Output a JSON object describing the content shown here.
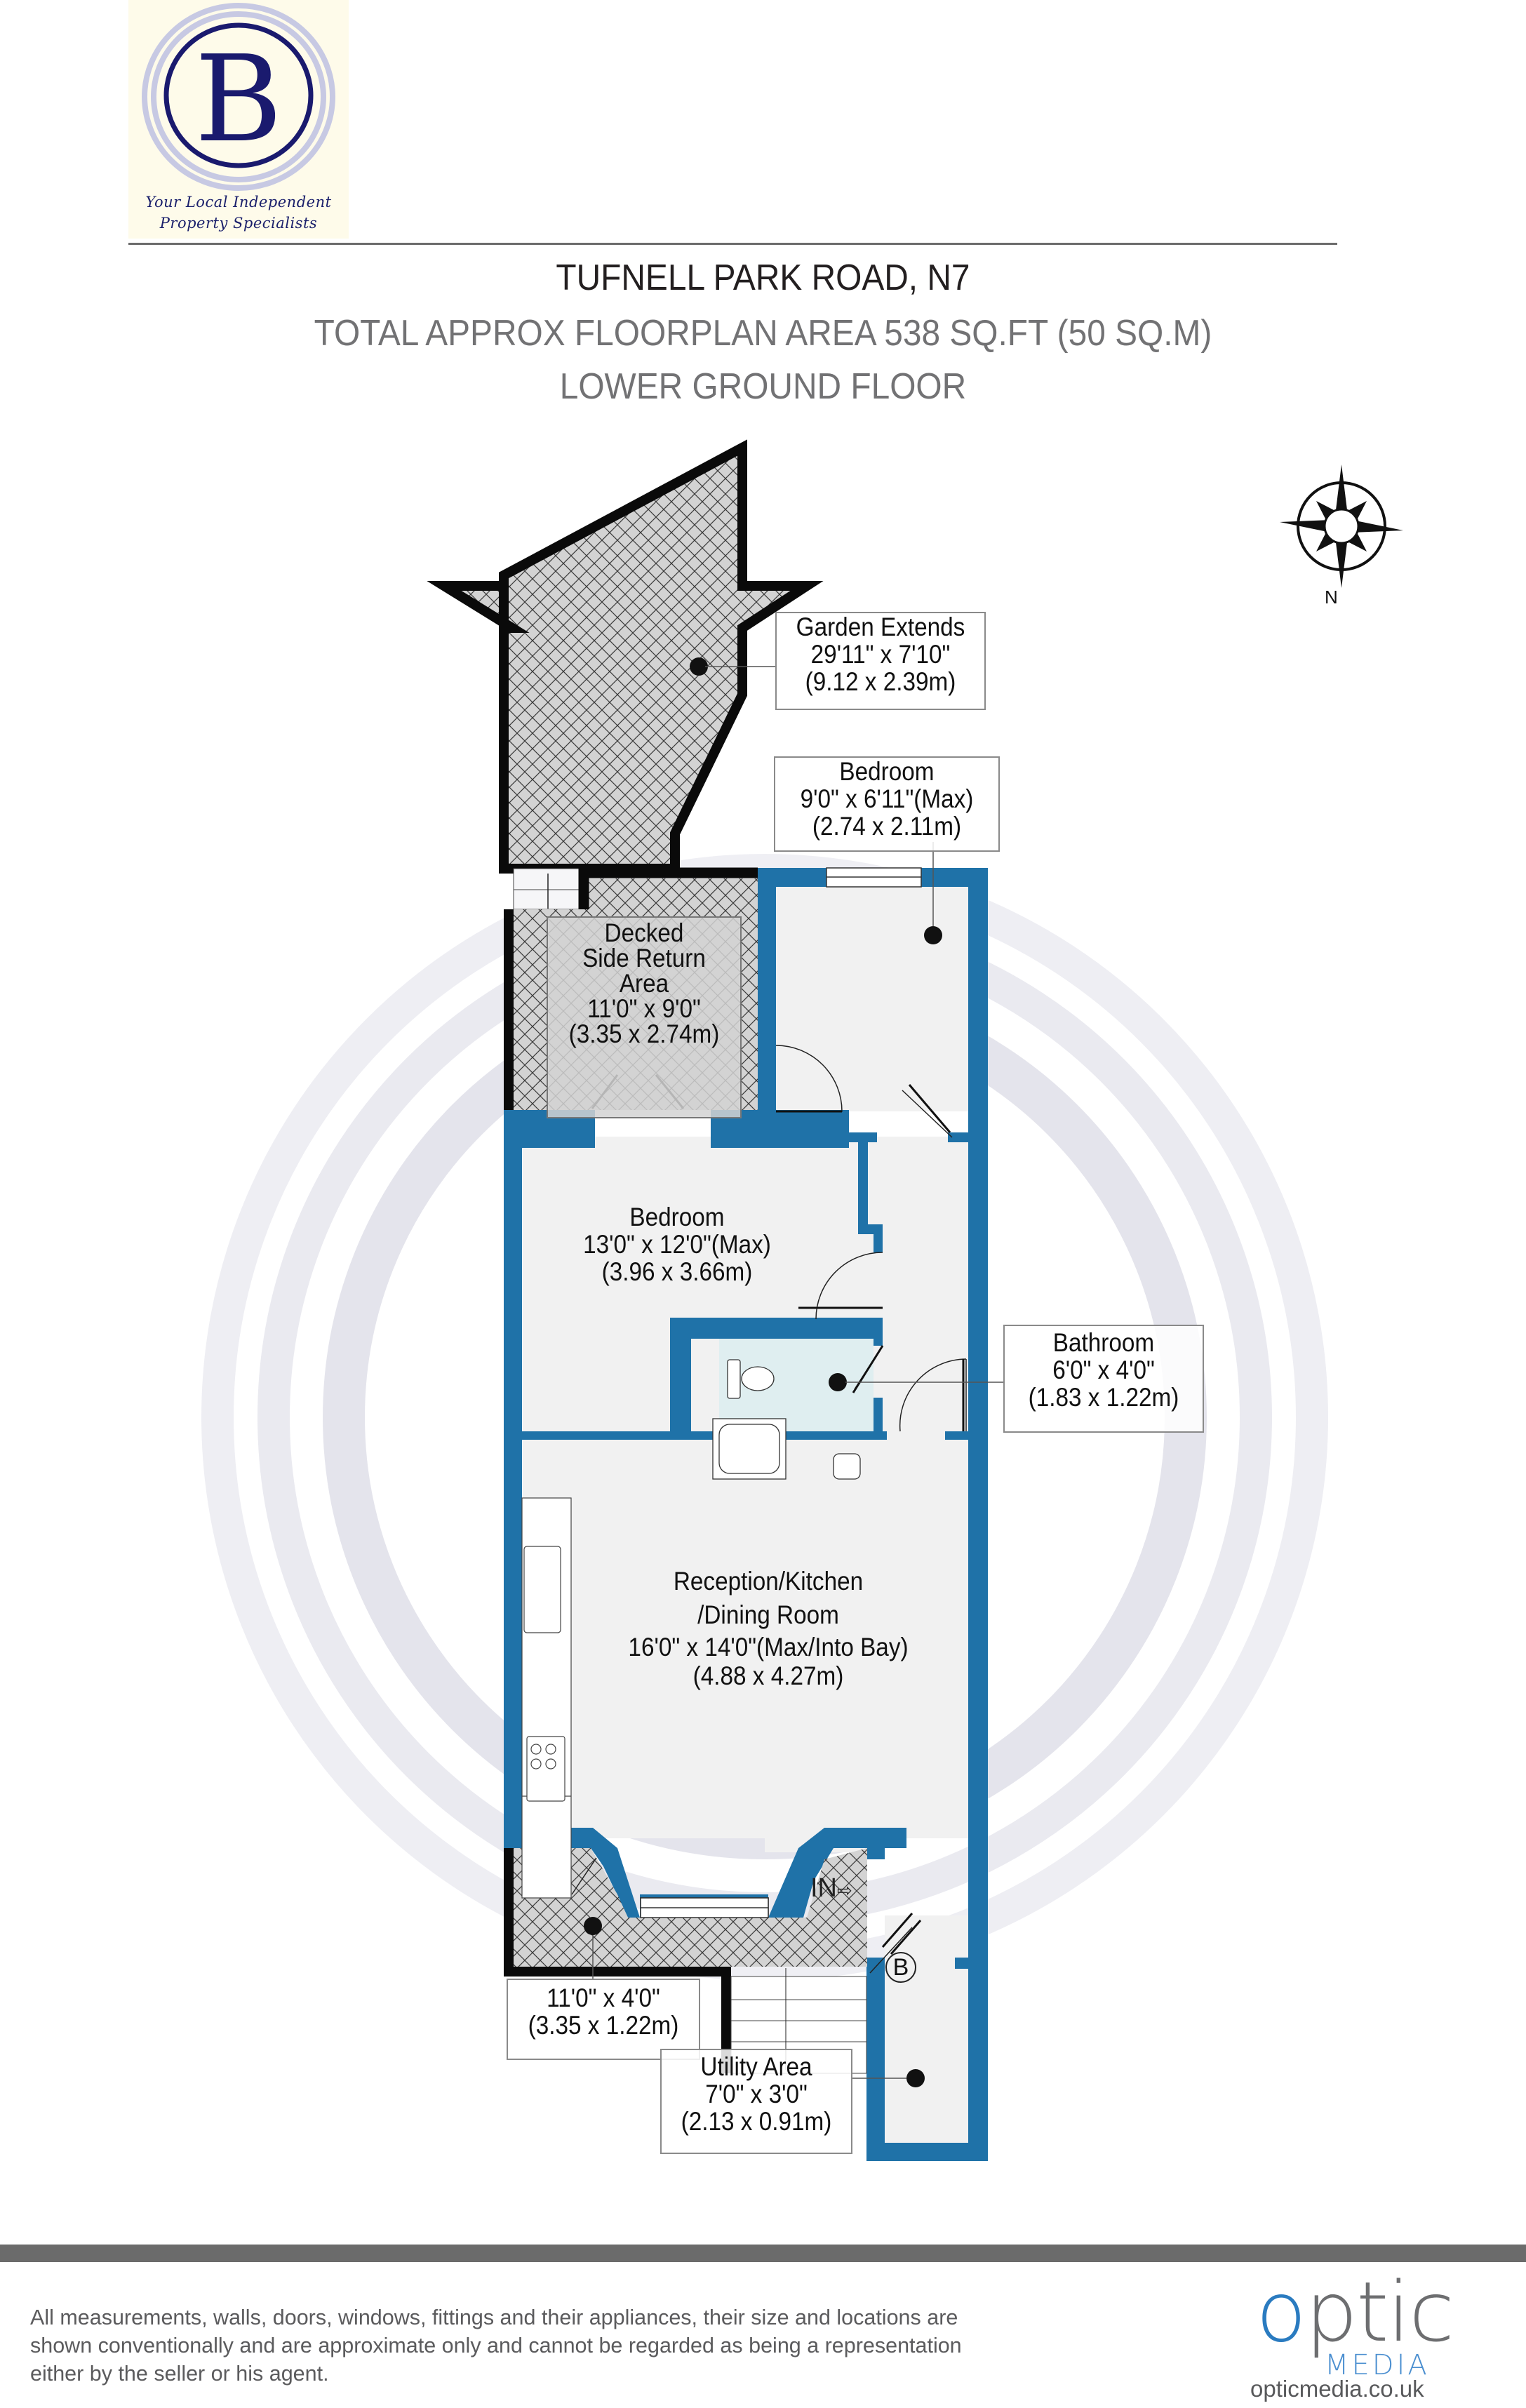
{
  "agent_logo": {
    "letter": "B",
    "tagline_line1": "Your Local Independent",
    "tagline_line2": "Property Specialists",
    "colors": {
      "navy": "#1a1a6e",
      "lavender": "#c7c9e3",
      "background": "#fefbea"
    }
  },
  "header": {
    "address": "TUFNELL PARK ROAD, N7",
    "total_area": "TOTAL APPROX FLOORPLAN AREA 538 SQ.FT (50 SQ.M)",
    "floor": "LOWER GROUND FLOOR"
  },
  "compass": {
    "label": "N"
  },
  "rooms": [
    {
      "id": "garden",
      "name": "Garden Extends",
      "imperial": "29'11\" x 7'10\"",
      "metric": "(9.12 x 2.39m)"
    },
    {
      "id": "bedroom-small",
      "name": "Bedroom",
      "imperial": "9'0\" x 6'11\"(Max)",
      "metric": "(2.74 x 2.11m)"
    },
    {
      "id": "decked",
      "name_line1": "Decked",
      "name_line2": "Side Return",
      "name_line3": "Area",
      "imperial": "11'0\" x 9'0\"",
      "metric": "(3.35 x 2.74m)"
    },
    {
      "id": "bedroom-main",
      "name": "Bedroom",
      "imperial": "13'0\" x 12'0\"(Max)",
      "metric": "(3.96 x 3.66m)"
    },
    {
      "id": "bathroom",
      "name": "Bathroom",
      "imperial": "6'0\" x 4'0\"",
      "metric": "(1.83 x 1.22m)"
    },
    {
      "id": "reception",
      "name_line1": "Reception/Kitchen",
      "name_line2": "/Dining Room",
      "imperial": "16'0\" x 14'0\"(Max/Into Bay)",
      "metric": "(4.88 x 4.27m)"
    },
    {
      "id": "front-area",
      "imperial": "11'0\" x 4'0\"",
      "metric": "(3.35 x 1.22m)"
    },
    {
      "id": "utility",
      "name": "Utility Area",
      "imperial": "7'0\" x 3'0\"",
      "metric": "(2.13 x 0.91m)"
    }
  ],
  "markers": {
    "entrance": "IN",
    "boiler": "B"
  },
  "colors": {
    "wall_blue": "#1f72a8",
    "wall_black": "#0a0a0a",
    "floor": "#f1f1f1",
    "hatch_fill": "#d3d3d3",
    "bathroom_floor": "#dfeef0",
    "watermark": "#dcdce6"
  },
  "footer": {
    "disclaimer_line1": "All measurements, walls, doors, windows, fittings and their appliances, their size and locations are",
    "disclaimer_line2": "shown conventionally and are approximate only and cannot be regarded as being a representation",
    "disclaimer_line3": "either by the seller or his agent.",
    "brand_optic": "optic",
    "brand_media": "MEDIA",
    "brand_url": "opticmedia.co.uk"
  }
}
